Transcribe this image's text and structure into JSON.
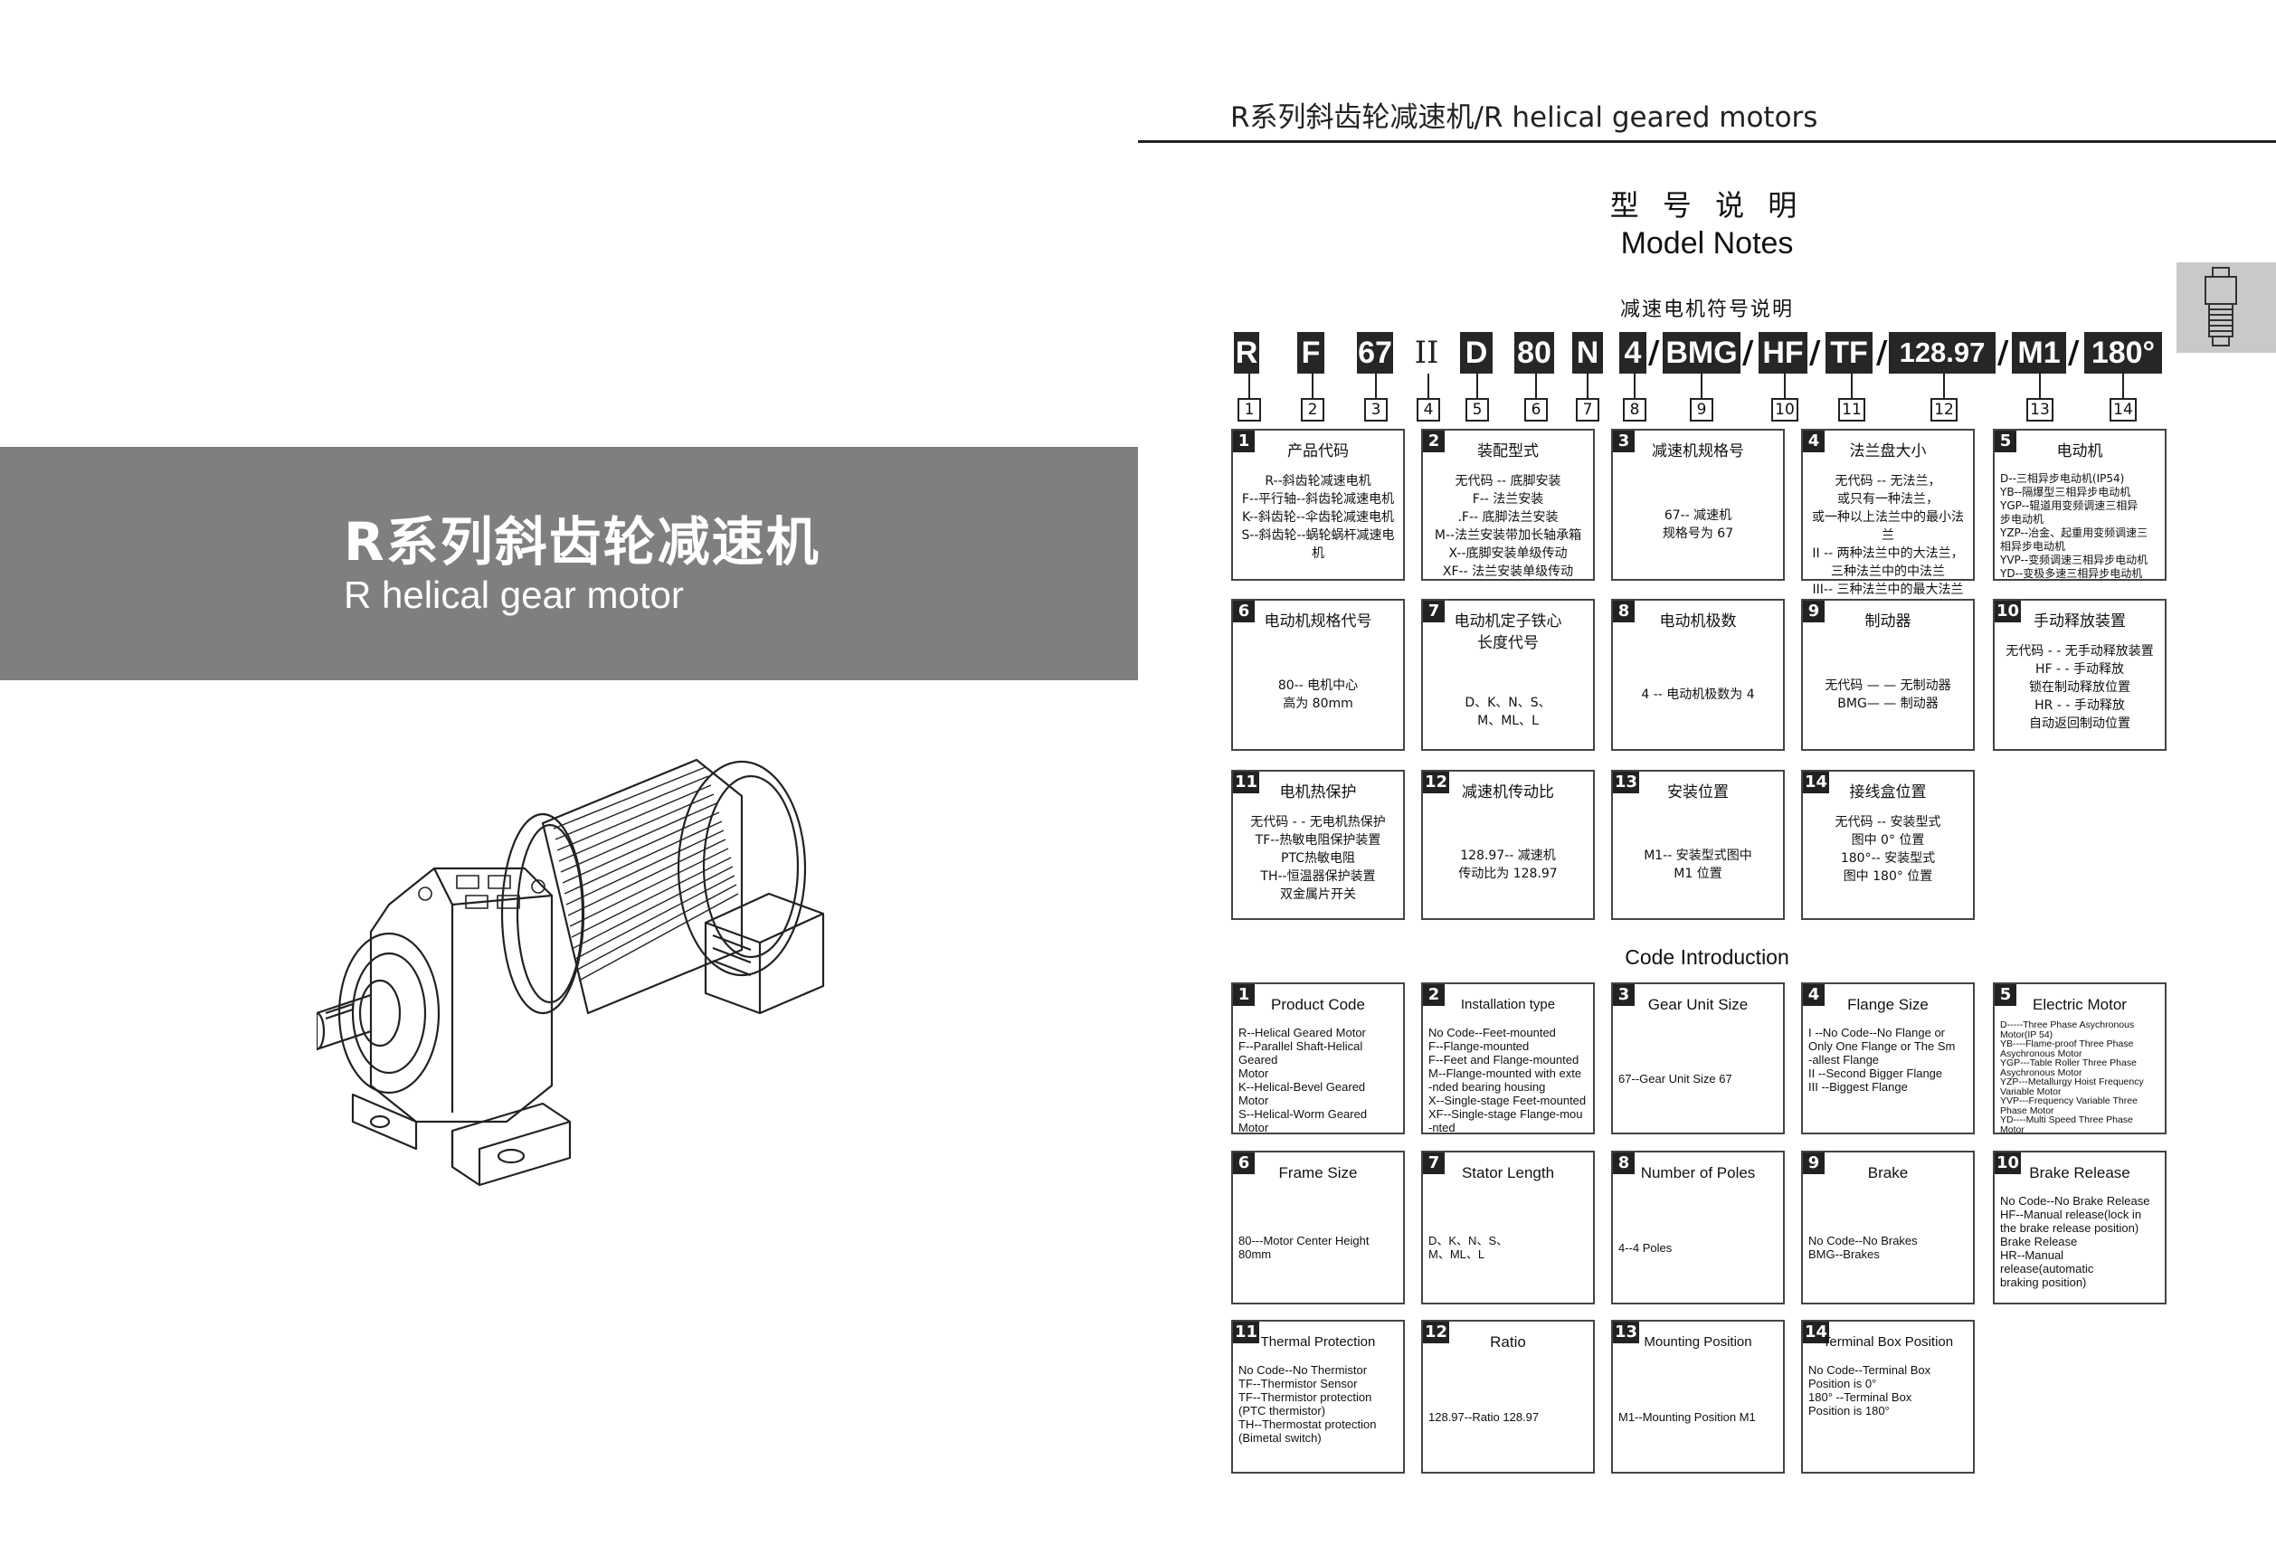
{
  "left": {
    "title_zh": "R系列斜齿轮减速机",
    "title_en": "R helical gear motor"
  },
  "header": "R系列斜齿轮减速机/R helical geared motors",
  "title_zh": "型 号 说 明",
  "title_en": "Model Notes",
  "symbol_title": "减速电机符号说明",
  "code_intro": "Code Introduction",
  "codes": [
    "R",
    "F",
    "67",
    "II",
    "D",
    "80",
    "N",
    "4",
    "/",
    "BMG",
    "/",
    "HF",
    "/",
    "TF",
    "/",
    "128.97",
    "/",
    "M1",
    "/",
    "180°"
  ],
  "numbers": [
    "1",
    "2",
    "3",
    "4",
    "5",
    "6",
    "7",
    "8",
    "9",
    "10",
    "11",
    "12",
    "13",
    "14"
  ],
  "zh_boxes": [
    {
      "n": "1",
      "title": "产品代码",
      "lines": [
        "R--斜齿轮减速电机",
        "F--平行轴--斜齿轮减速电机",
        "K--斜齿轮--伞齿轮减速电机",
        "S--斜齿轮--蜗轮蜗杆减速电机"
      ]
    },
    {
      "n": "2",
      "title": "装配型式",
      "lines": [
        "无代码 -- 底脚安装",
        "F-- 法兰安装",
        ".F-- 底脚法兰安装",
        "M--法兰安装带加长轴承箱",
        "X--底脚安装单级传动",
        "XF-- 法兰安装单级传动"
      ]
    },
    {
      "n": "3",
      "title": "减速机规格号",
      "lines": [
        "67-- 减速机",
        "规格号为 67"
      ]
    },
    {
      "n": "4",
      "title": "法兰盘大小",
      "lines": [
        "无代码 -- 无法兰，",
        "或只有一种法兰，",
        "或一种以上法兰中的最小法兰",
        "II -- 两种法兰中的大法兰，",
        "三种法兰中的中法兰",
        "III-- 三种法兰中的最大法兰"
      ]
    },
    {
      "n": "5",
      "title": "电动机",
      "lines": [
        "D--三相异步电动机(IP54)",
        "YB--隔爆型三相异步电动机",
        "YGP--辊道用变频调速三相异",
        "步电动机",
        "YZP--冶金、起重用变频调速三",
        "相异步电动机",
        "YVP--变频调速三相异步电动机",
        "YD--变极多速三相异步电动机"
      ]
    },
    {
      "n": "6",
      "title": "电动机规格代号",
      "lines": [
        "80-- 电机中心",
        "高为 80mm"
      ]
    },
    {
      "n": "7",
      "title": "电动机定子铁心",
      "title2": "长度代号",
      "lines": [
        "D、K、N、S、",
        "M、ML、L"
      ]
    },
    {
      "n": "8",
      "title": "电动机极数",
      "lines": [
        "4 -- 电动机极数为 4"
      ]
    },
    {
      "n": "9",
      "title": "制动器",
      "lines": [
        "无代码 — — 无制动器",
        "BMG— — 制动器"
      ]
    },
    {
      "n": "10",
      "title": "手动释放装置",
      "lines": [
        "无代码 - - 无手动释放装置",
        "HF - - 手动释放",
        "锁在制动释放位置",
        "HR - - 手动释放",
        "自动返回制动位置"
      ]
    },
    {
      "n": "11",
      "title": "电机热保护",
      "lines": [
        "无代码 - - 无电机热保护",
        "TF--热敏电阻保护装置",
        "PTC热敏电阻",
        "TH--恒温器保护装置",
        "双金属片开关"
      ]
    },
    {
      "n": "12",
      "title": "减速机传动比",
      "lines": [
        "128.97-- 减速机",
        "传动比为 128.97"
      ]
    },
    {
      "n": "13",
      "title": "安装位置",
      "lines": [
        "M1-- 安装型式图中",
        "M1 位置"
      ]
    },
    {
      "n": "14",
      "title": "接线盒位置",
      "lines": [
        "无代码 -- 安装型式",
        "图中 0° 位置",
        "180°-- 安装型式",
        "图中 180° 位置"
      ]
    }
  ],
  "en_boxes": [
    {
      "n": "1",
      "title": "Product Code",
      "lines": [
        "R--Helical Geared Motor",
        "F--Parallel Shaft-Helical Geared",
        "Motor",
        "K--Helical-Bevel Geared Motor",
        "S--Helical-Worm Geared Motor"
      ]
    },
    {
      "n": "2",
      "title": "Installation type",
      "lines": [
        "No Code--Feet-mounted",
        "F--Flange-mounted",
        "F--Feet and Flange-mounted",
        "M--Flange-mounted with exte",
        "-nded bearing housing",
        "X--Single-stage Feet-mounted",
        "XF--Single-stage Flange-mou",
        "-nted"
      ]
    },
    {
      "n": "3",
      "title": "Gear Unit Size",
      "lines": [
        "67--Gear Unit Size 67"
      ]
    },
    {
      "n": "4",
      "title": "Flange Size",
      "lines": [
        "I --No Code--No Flange or",
        "Only One Flange or The Sm",
        "-allest Flange",
        "II --Second Bigger Flange",
        "III --Biggest Flange"
      ]
    },
    {
      "n": "5",
      "title": "Electric Motor",
      "lines": [
        "D-----Three Phase Asychronous",
        "Motor(IP 54)",
        "YB----Flame-proof Three Phase",
        "Asychronous Motor",
        "YGP---Table Roller Three Phase",
        "Asychronous Motor",
        "YZP---Metallurgy Hoist Frequency",
        "Variable Motor",
        "YVP---Frequency Variable Three",
        "Phase Motor",
        "YD----Multi Speed Three Phase",
        "Motor"
      ]
    },
    {
      "n": "6",
      "title": "Frame Size",
      "lines": [
        "80---Motor Center Height",
        "80mm"
      ]
    },
    {
      "n": "7",
      "title": "Stator Length",
      "lines": [
        "D、K、N、S、",
        "M、ML、L"
      ]
    },
    {
      "n": "8",
      "title": "Number of Poles",
      "lines": [
        "4--4 Poles"
      ]
    },
    {
      "n": "9",
      "title": "Brake",
      "lines": [
        "No Code--No Brakes",
        "BMG--Brakes"
      ]
    },
    {
      "n": "10",
      "title": "Brake Release",
      "lines": [
        "No Code--No Brake Release",
        "HF--Manual release(lock in",
        "the brake release position)",
        "Brake Release",
        "HR--Manual release(automatic",
        "braking position)"
      ]
    },
    {
      "n": "11",
      "title": "Thermal Protection",
      "lines": [
        "No Code--No Thermistor",
        "TF--Thermistor Sensor",
        "TF--Thermistor protection",
        "(PTC thermistor)",
        "TH--Thermostat protection",
        "(Bimetal switch)"
      ]
    },
    {
      "n": "12",
      "title": "Ratio",
      "lines": [
        "128.97--Ratio 128.97"
      ]
    },
    {
      "n": "13",
      "title": "Mounting Position",
      "lines": [
        "M1--Mounting Position M1"
      ]
    },
    {
      "n": "14",
      "title": "Terminal Box Position",
      "lines": [
        "No Code--Terminal Box",
        "Position is 0°",
        "180° --Terminal Box",
        "Position is 180°"
      ]
    }
  ]
}
